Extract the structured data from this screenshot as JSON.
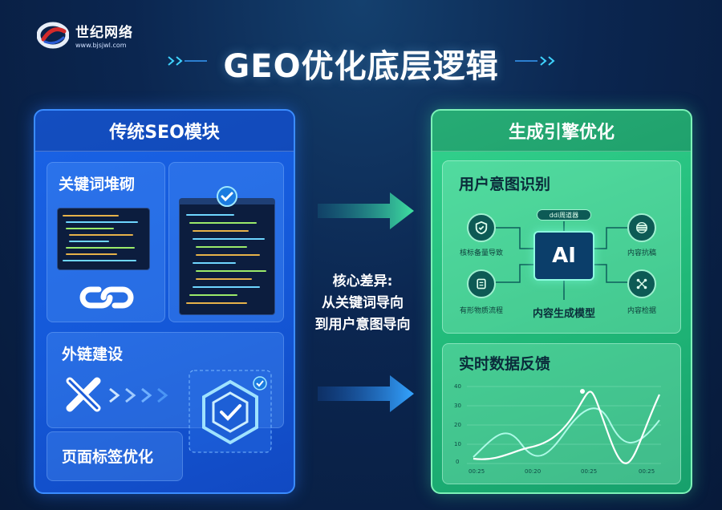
{
  "brand": {
    "name": "世纪网络",
    "url": "www.bjsjwl.com"
  },
  "title": "GEO优化底层逻辑",
  "left_panel": {
    "header": "传统SEO模块",
    "cards": {
      "keyword": "关键词堆砌",
      "backlink": "外链建设",
      "page_tag": "页面标签优化"
    }
  },
  "middle": {
    "line1": "核心差异:",
    "line2": "从关键词导向",
    "line3": "到用户意图导向"
  },
  "right_panel": {
    "header": "生成引擎优化",
    "intent": {
      "title": "用户意图识别",
      "chip": "AI",
      "chip_top": "ddi周道器",
      "chip_bottom": "内容生成模型",
      "nodes": [
        "核标备量导致",
        "内容抗稿",
        "有形物质流程",
        "内容检据"
      ]
    },
    "feedback": {
      "title": "实时数据反馈",
      "y_ticks": [
        "40",
        "30",
        "20",
        "10",
        "0"
      ],
      "x_ticks": [
        "00:25",
        "00:20",
        "00:25",
        "00:25"
      ]
    }
  },
  "colors": {
    "left_accent": "#1a63e6",
    "right_accent": "#34d38e",
    "bg": "#0b2650"
  }
}
